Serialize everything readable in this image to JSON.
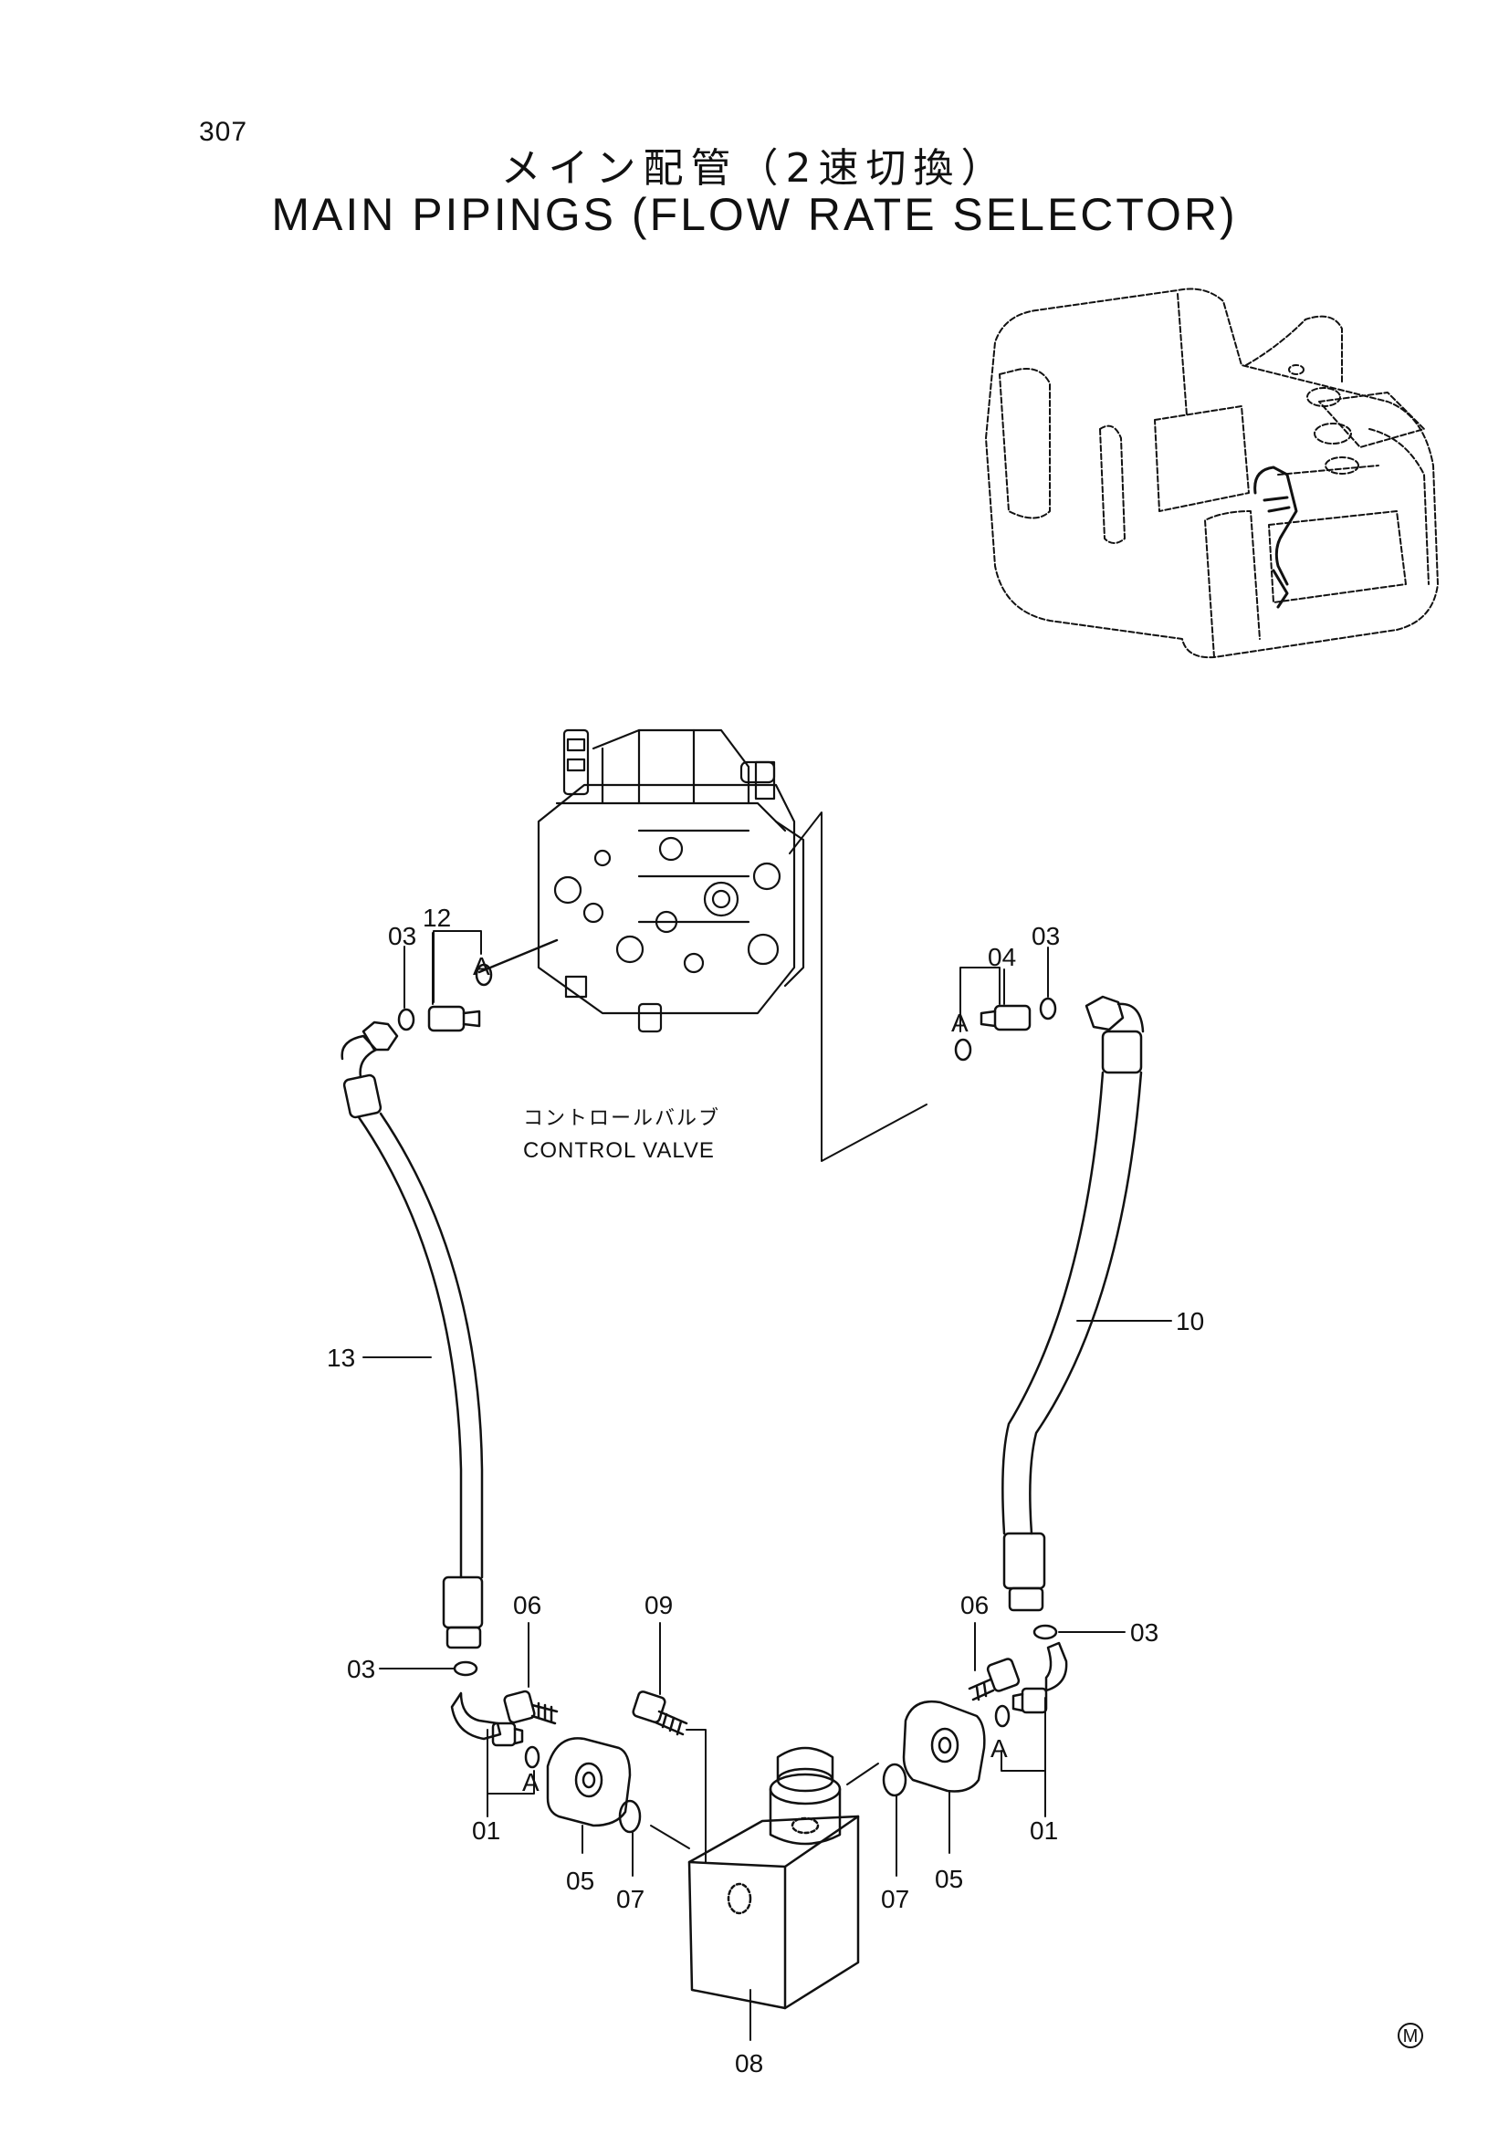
{
  "page_number": "307",
  "title_jp": "メイン配管（2速切換）",
  "title_en": "MAIN PIPINGS (FLOW RATE SELECTOR)",
  "control_valve_caption_jp": "コントロールバルブ",
  "control_valve_caption_en": "CONTROL VALVE",
  "callouts": {
    "c01_left": "01",
    "c01_right": "01",
    "c03_top_left": "03",
    "c03_top_right": "03",
    "c03_bottom_left": "03",
    "c03_bottom_right": "03",
    "c04": "04",
    "c05_left": "05",
    "c05_right": "05",
    "c06_left": "06",
    "c06_right": "06",
    "c07_left": "07",
    "c07_right": "07",
    "c08": "08",
    "c09": "09",
    "c10": "10",
    "c12": "12",
    "c13": "13",
    "a_top_left": "A",
    "a_top_right": "A",
    "a_bottom_left": "A",
    "a_bottom_right": "A"
  },
  "mark": "M"
}
